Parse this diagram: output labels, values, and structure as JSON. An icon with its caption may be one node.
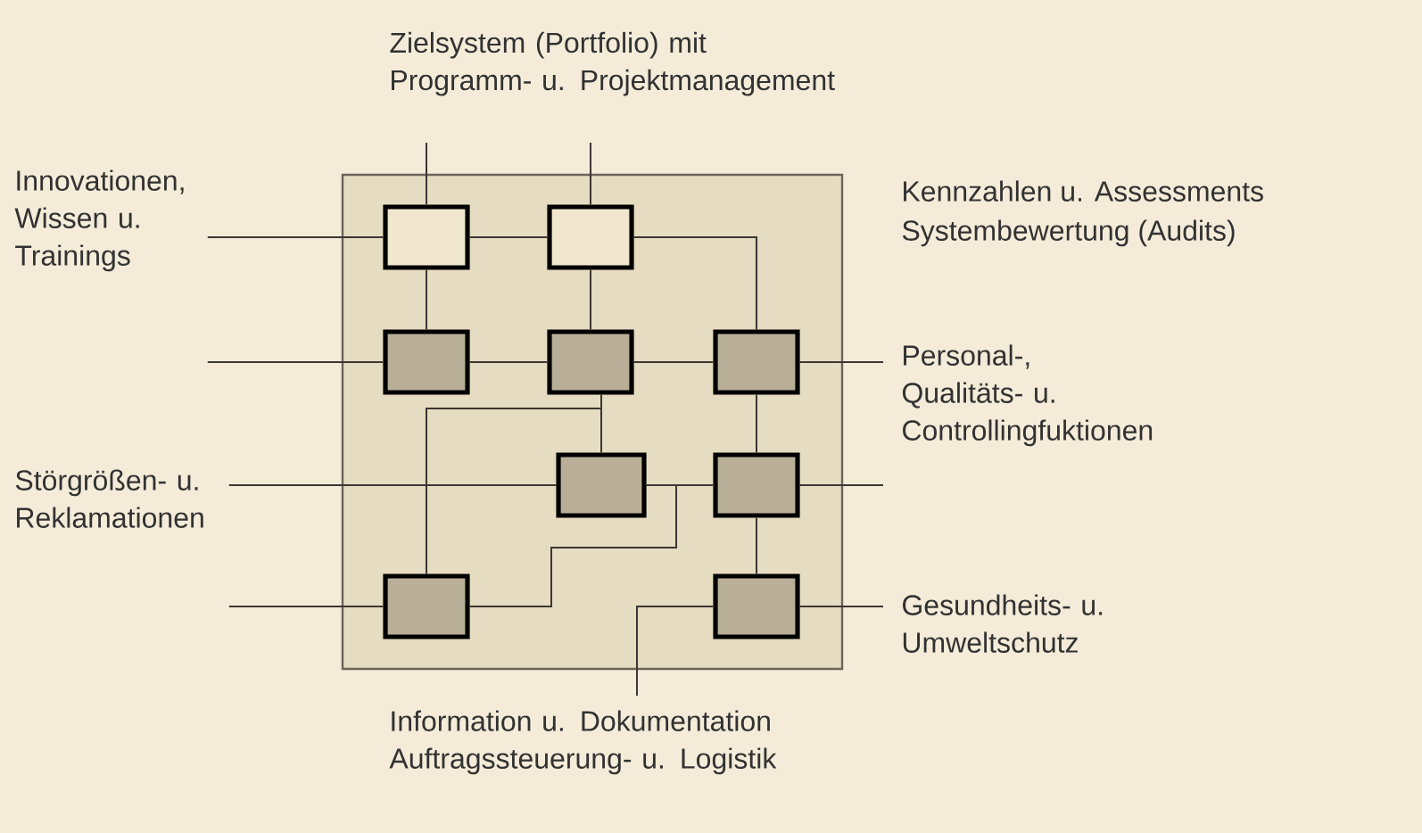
{
  "diagram": {
    "nodes": [
      {
        "text": [
          "Zielsystem (Portfolio) mit Programm- u. Projektmanagement"
        ]
      },
      {
        "text": [
          "Innovationen, Wissen u. Trainings"
        ]
      },
      {
        "text": [
          "Personal-, Qualitäts- u. Controllingfuktionen"
        ]
      },
      {
        "text": [
          "Störgrößen- u. Reklamationen"
        ]
      },
      {
        "text": [
          "Gesundheits- u. Umweltschutz"
        ]
      },
      {
        "text": [
          "Information u. Dokumentation Auftragssteuerung- u. Logistik"
        ]
      },
      {
        "text": [],
        "shape": "box"
      },
      {
        "text": [],
        "shape": "box",
        "in": 6
      },
      {
        "text": [],
        "shape": "box",
        "in": 6
      },
      {
        "text": [],
        "shape": "box",
        "in": 6
      },
      {
        "text": [],
        "shape": "box",
        "in": 6
      },
      {
        "text": [],
        "shape": "box",
        "in": 6
      },
      {
        "text": [],
        "shape": "box",
        "in": 6
      },
      {
        "text": [],
        "shape": "box",
        "in": 6
      },
      {
        "text": [],
        "shape": "box",
        "in": 6
      },
      {
        "text": [],
        "shape": "box",
        "in": 6
      }
    ],
    "edges": [
      {
        "from": 7,
        "to": 8,
        "arrow": "none"
      },
      {
        "from": 7,
        "to": 9,
        "arrow": "none"
      },
      {
        "from": 8,
        "to": 10,
        "arrow": "none"
      },
      {
        "from": 8,
        "to": 11,
        "arrow": "none"
      },
      {
        "from": 9,
        "to": 10,
        "arrow": "none"
      },
      {
        "from": 10,
        "to": 11,
        "arrow": "none"
      },
      {
        "from": 10,
        "to": 12,
        "arrow": "none"
      },
      {
        "from": 11,
        "to": 13,
        "arrow": "none"
      },
      {
        "from": 12,
        "to": 13,
        "arrow": "none"
      },
      {
        "from": 13,
        "to": 15,
        "arrow": "none"
      },
      {
        "from": 14,
        "to": 10,
        "arrow": "none"
      },
      {
        "from": 14,
        "to": 12,
        "arrow": "none"
      },
      {
        "from": 7,
        "to": 0,
        "arrow": "none"
      },
      {
        "from": 8,
        "to": 0,
        "arrow": "none"
      },
      {
        "from": 7,
        "to": 1,
        "arrow": "none"
      },
      {
        "from": 9,
        "to": 1,
        "arrow": "none"
      },
      {
        "from": 11,
        "to": 2,
        "arrow": "none"
      },
      {
        "from": 13,
        "to": 2,
        "arrow": "none"
      },
      {
        "from": 12,
        "to": 3,
        "arrow": "none"
      },
      {
        "from": 14,
        "to": 3,
        "arrow": "none"
      },
      {
        "from": 15,
        "to": 4,
        "arrow": "none"
      },
      {
        "from": 15,
        "to": 5,
        "arrow": "none"
      }
    ],
    "labels": [
      "Kennzahlen u. Assessments",
      "Systembewertung (Audits)"
    ]
  }
}
